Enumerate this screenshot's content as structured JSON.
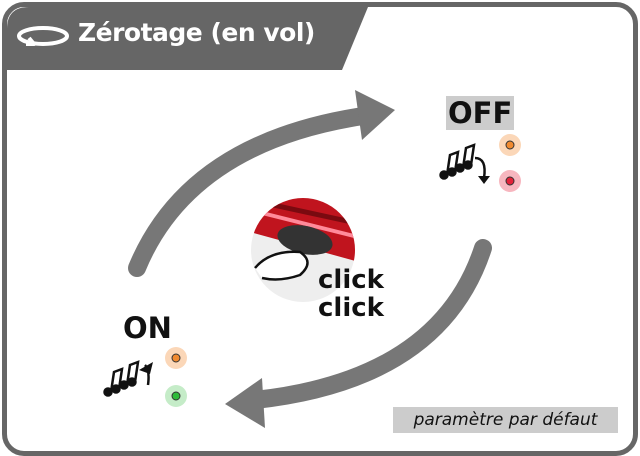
{
  "header": {
    "title": "Zérotage (en vol)",
    "icon": "rotate-loop-icon"
  },
  "states": {
    "off_label": "OFF",
    "on_label": "ON"
  },
  "action": {
    "line1": "click",
    "line2": "click"
  },
  "caption": "paramètre par défaut",
  "colors": {
    "frame": "#666666",
    "arrow": "#777777",
    "led_orange": "#f08a30",
    "led_red": "#e3223a",
    "led_green": "#2dbb3a",
    "button_red": "#c0141e"
  }
}
